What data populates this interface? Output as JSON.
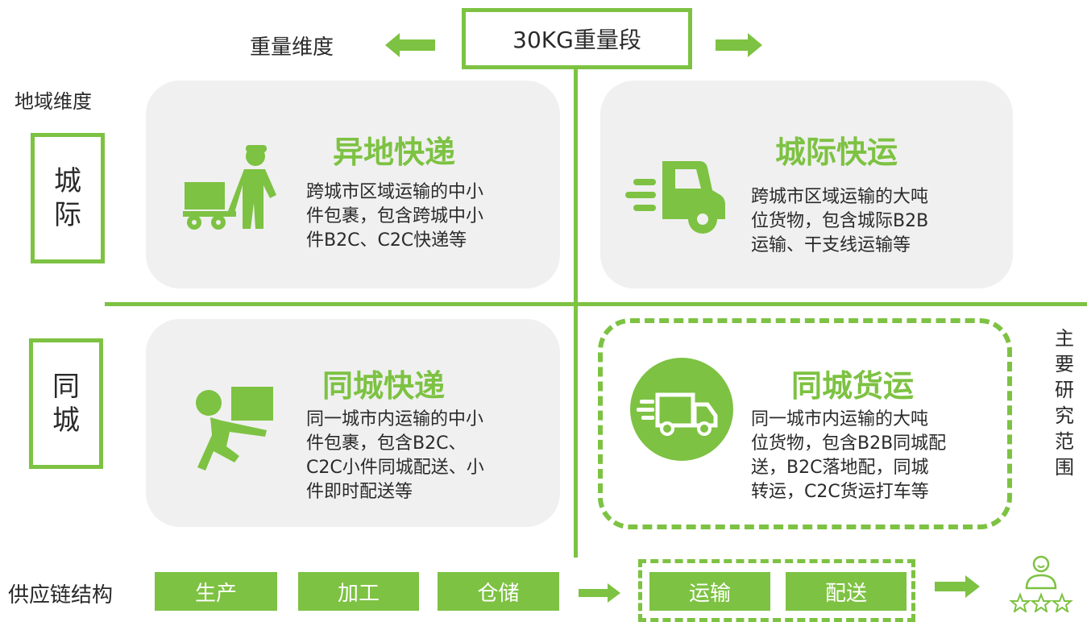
{
  "header": {
    "weight_dimension": "重量维度",
    "weight_segment": "30KG重量段",
    "region_dimension": "地域维度"
  },
  "side_labels": {
    "intercity": [
      "城",
      "际"
    ],
    "samecity": [
      "同",
      "城"
    ]
  },
  "quadrants": [
    {
      "title": "异地快递",
      "lines": [
        "跨城市区域运输的中小",
        "件包裹，包含跨城中小",
        "件B2C、C2C快递等"
      ],
      "icon": "delivery-person-cart-icon"
    },
    {
      "title": "城际快运",
      "lines": [
        "跨城市区域运输的大吨",
        "位货物，包含城际B2B",
        "运输、干支线运输等"
      ],
      "icon": "fast-truck-icon"
    },
    {
      "title": "同城快递",
      "lines": [
        "同一城市内运输的中小",
        "件包裹，包含B2C、",
        "C2C小件同城配送、小",
        "件即时配送等"
      ],
      "icon": "courier-carrying-box-icon"
    },
    {
      "title": "同城货运",
      "lines": [
        "同一城市内运输的大吨",
        "位货物，包含B2B同城配",
        "送，B2C落地配，同城",
        "转运，C2C货运打车等"
      ],
      "icon": "truck-circle-icon"
    }
  ],
  "research_scope": [
    "主",
    "要",
    "研",
    "究",
    "范",
    "围"
  ],
  "supply_chain": {
    "label": "供应链结构",
    "steps": [
      "生产",
      "加工",
      "仓储"
    ],
    "highlighted": [
      "运输",
      "配送"
    ],
    "end_icon": "customer-rating-icon"
  },
  "colors": {
    "accent": "#7dc242",
    "card_bg": "#f0f0f0"
  }
}
